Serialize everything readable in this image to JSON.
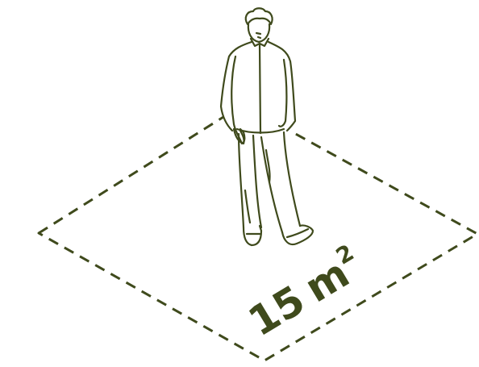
{
  "colors": {
    "ink": "#3f4a1c",
    "background": "#ffffff"
  },
  "figure": {
    "icon": "person-walking-outline"
  },
  "area_label": {
    "number": "15",
    "unit": "m",
    "exponent": "2"
  }
}
